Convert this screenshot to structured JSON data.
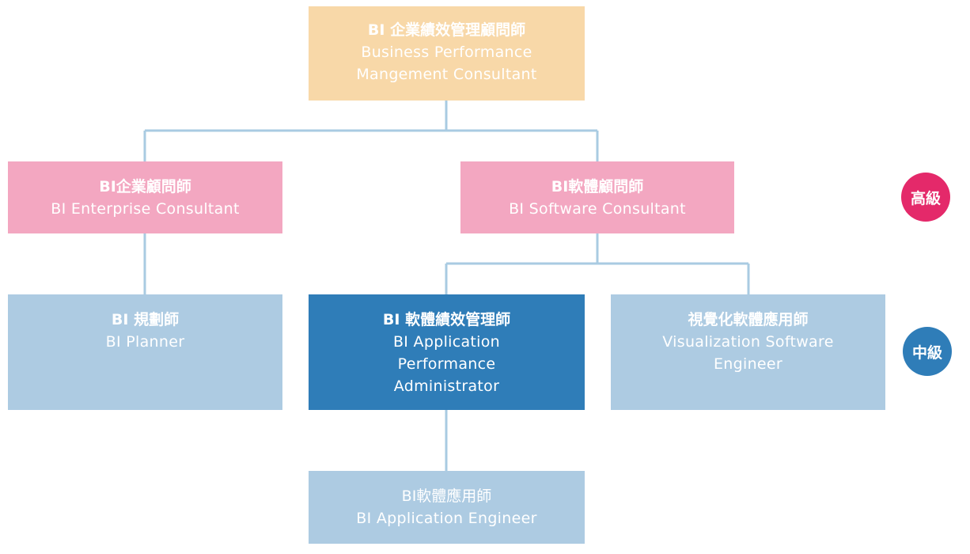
{
  "colors": {
    "connector": "#a9cbe2",
    "top_box": "#f8d8a8",
    "senior_box": "#f3a7c1",
    "mid_box": "#adcbe2",
    "highlight_box": "#2f7db8",
    "senior_badge": "#e4296a",
    "mid_badge": "#2f7db8"
  },
  "nodes": {
    "top": {
      "zh": "BI 企業績效管理顧問師",
      "en_line1": "Business Performance",
      "en_line2": "Mangement Consultant"
    },
    "enterprise": {
      "zh": "BI企業顧問師",
      "en": "BI Enterprise Consultant"
    },
    "software": {
      "zh": "BI軟體顧問師",
      "en": "BI Software Consultant"
    },
    "planner": {
      "zh": "BI 規劃師",
      "en": "BI Planner"
    },
    "performance_admin": {
      "zh": "BI 軟體績效管理師",
      "en_line1": "BI Application",
      "en_line2": "Performance",
      "en_line3": "Administrator"
    },
    "visualization": {
      "zh": "視覺化軟體應用師",
      "en_line1": "Visualization Software",
      "en_line2": "Engineer"
    },
    "app_engineer": {
      "zh": "BI軟體應用師",
      "en": "BI Application Engineer"
    }
  },
  "levels": {
    "senior": "高級",
    "mid": "中級"
  }
}
